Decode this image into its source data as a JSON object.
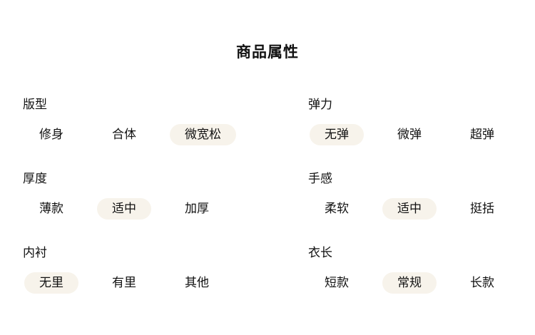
{
  "page": {
    "title": "商品属性"
  },
  "colors": {
    "selected_pill_bg": "#f7f3eb",
    "text": "#111111",
    "background": "#ffffff"
  },
  "groups": [
    {
      "label": "版型",
      "options": [
        {
          "text": "修身",
          "selected": false
        },
        {
          "text": "合体",
          "selected": false
        },
        {
          "text": "微宽松",
          "selected": true
        }
      ]
    },
    {
      "label": "弹力",
      "options": [
        {
          "text": "无弹",
          "selected": true
        },
        {
          "text": "微弹",
          "selected": false
        },
        {
          "text": "超弹",
          "selected": false
        }
      ]
    },
    {
      "label": "厚度",
      "options": [
        {
          "text": "薄款",
          "selected": false
        },
        {
          "text": "适中",
          "selected": true
        },
        {
          "text": "加厚",
          "selected": false
        }
      ]
    },
    {
      "label": "手感",
      "options": [
        {
          "text": "柔软",
          "selected": false
        },
        {
          "text": "适中",
          "selected": true
        },
        {
          "text": "挺括",
          "selected": false
        }
      ]
    },
    {
      "label": "内衬",
      "options": [
        {
          "text": "无里",
          "selected": true
        },
        {
          "text": "有里",
          "selected": false
        },
        {
          "text": "其他",
          "selected": false
        }
      ]
    },
    {
      "label": "衣长",
      "options": [
        {
          "text": "短款",
          "selected": false
        },
        {
          "text": "常规",
          "selected": true
        },
        {
          "text": "长款",
          "selected": false
        }
      ]
    }
  ]
}
